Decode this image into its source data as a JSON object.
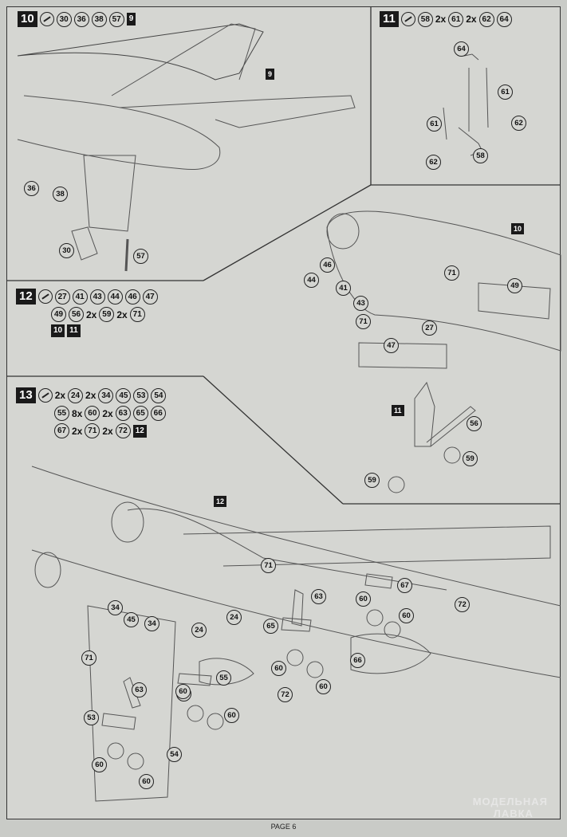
{
  "steps": {
    "s10": {
      "number": "10",
      "parts": [
        "30",
        "36",
        "38",
        "57"
      ],
      "ref": "9"
    },
    "s11": {
      "number": "11",
      "items": [
        {
          "qty": "",
          "part": "58"
        },
        {
          "qty": "2x",
          "part": "61"
        },
        {
          "qty": "2x",
          "part": "62"
        },
        {
          "qty": "",
          "part": "64"
        }
      ]
    },
    "s12": {
      "number": "12",
      "line1": [
        {
          "qty": "",
          "part": "27"
        },
        {
          "qty": "",
          "part": "41"
        },
        {
          "qty": "",
          "part": "43"
        },
        {
          "qty": "",
          "part": "44"
        },
        {
          "qty": "",
          "part": "46"
        },
        {
          "qty": "",
          "part": "47"
        }
      ],
      "line2": [
        {
          "qty": "",
          "part": "49"
        },
        {
          "qty": "",
          "part": "56"
        },
        {
          "qty": "2x",
          "part": "59"
        },
        {
          "qty": "2x",
          "part": "71"
        }
      ],
      "refs": [
        "10",
        "11"
      ]
    },
    "s13": {
      "number": "13",
      "line1": [
        {
          "qty": "2x",
          "part": "24"
        },
        {
          "qty": "2x",
          "part": "34"
        },
        {
          "qty": "",
          "part": "45"
        },
        {
          "qty": "",
          "part": "53"
        },
        {
          "qty": "",
          "part": "54"
        }
      ],
      "line2": [
        {
          "qty": "",
          "part": "55"
        },
        {
          "qty": "8x",
          "part": "60"
        },
        {
          "qty": "2x",
          "part": "63"
        },
        {
          "qty": "",
          "part": "65"
        },
        {
          "qty": "",
          "part": "66"
        }
      ],
      "line3": [
        {
          "qty": "",
          "part": "67"
        },
        {
          "qty": "2x",
          "part": "71"
        },
        {
          "qty": "2x",
          "part": "72"
        }
      ],
      "ref": "12"
    }
  },
  "diagram_tags": {
    "t9": "9",
    "t10": "10",
    "t11": "11",
    "t12": "12"
  },
  "callouts": {
    "p10": [
      "36",
      "38",
      "30",
      "57"
    ],
    "p11": [
      "64",
      "61",
      "61",
      "62",
      "62",
      "58"
    ],
    "p12": [
      "46",
      "44",
      "41",
      "43",
      "71",
      "71",
      "49",
      "27",
      "47",
      "56",
      "59",
      "59"
    ],
    "p13": [
      "71",
      "34",
      "45",
      "34",
      "24",
      "24",
      "63",
      "65",
      "67",
      "72",
      "60",
      "60",
      "60",
      "66",
      "60",
      "60",
      "71",
      "63",
      "53",
      "55",
      "72",
      "60",
      "60",
      "54",
      "60",
      "60"
    ]
  },
  "footer": "PAGE 6",
  "watermark": {
    "line1": "МОДЕЛЬНАЯ",
    "line2": "ЛАВКА"
  }
}
